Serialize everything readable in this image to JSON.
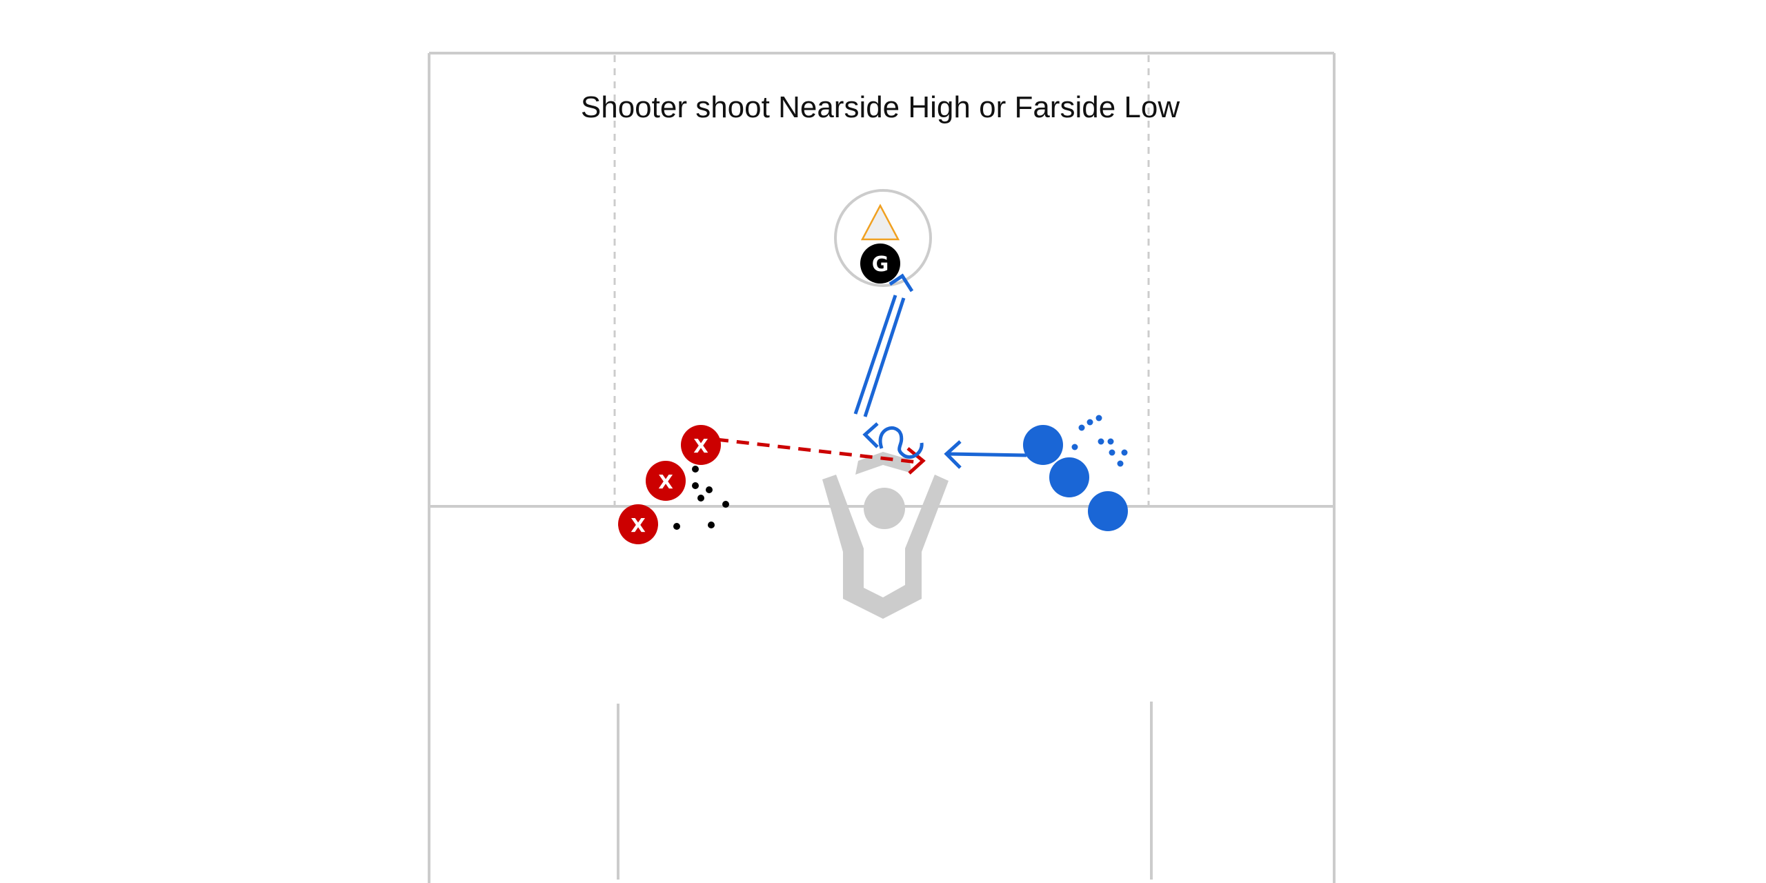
{
  "diagram": {
    "title": "Shooter shoot Nearside High or Farside Low",
    "colors": {
      "field_line": "#cccccc",
      "dashed_line": "#cccccc",
      "goal": "#cccccc",
      "red_team": "#cc0000",
      "blue_team": "#1a66d6",
      "goalie": "#000000",
      "cone_fill": "#eeeeee",
      "cone_stroke": "#f0a020",
      "ball": "#000000"
    },
    "labels": {
      "attacker": "X",
      "goalie": "G"
    },
    "icons": {
      "cone": "cone-triangle-icon",
      "goal": "lacrosse-goal-icon"
    }
  }
}
